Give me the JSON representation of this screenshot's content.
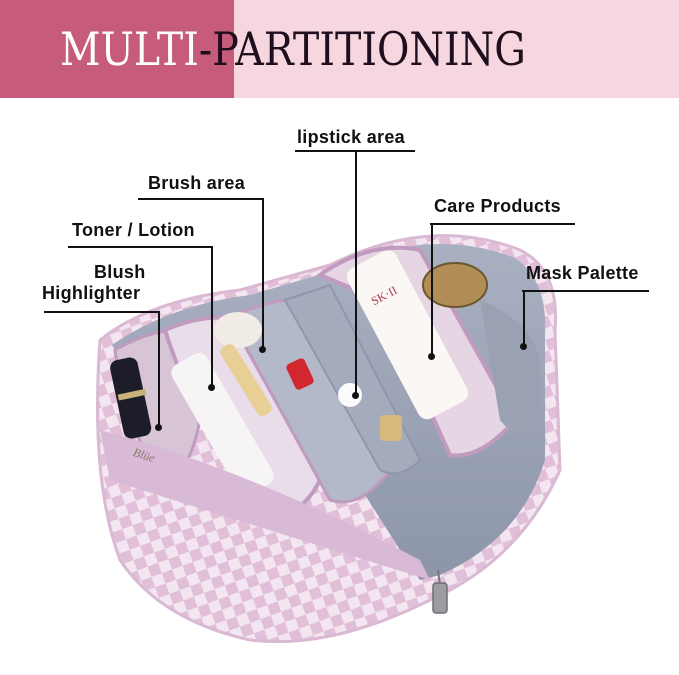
{
  "banner": {
    "title_part1": "MULTI",
    "title_part2": "-PARTITIONING",
    "left_color": "#c65b7a",
    "right_color": "#f6d6df"
  },
  "callouts": [
    {
      "id": "lipstick",
      "label": "lipstick area"
    },
    {
      "id": "brush",
      "label": "Brush area"
    },
    {
      "id": "toner",
      "label": "Toner / Lotion"
    },
    {
      "id": "blush",
      "label_line1": "Blush",
      "label_line2": "Highlighter"
    },
    {
      "id": "care",
      "label": "Care Products"
    },
    {
      "id": "mask",
      "label": "Mask Palette"
    }
  ],
  "product": {
    "description": "Pink checkered cosmetic bag with multiple interior compartments",
    "colors": {
      "shell": "#ecd3e4",
      "lining": "#9aa3b6",
      "zipper": "#c9a6c8",
      "trim": "#d7b4d4"
    }
  }
}
